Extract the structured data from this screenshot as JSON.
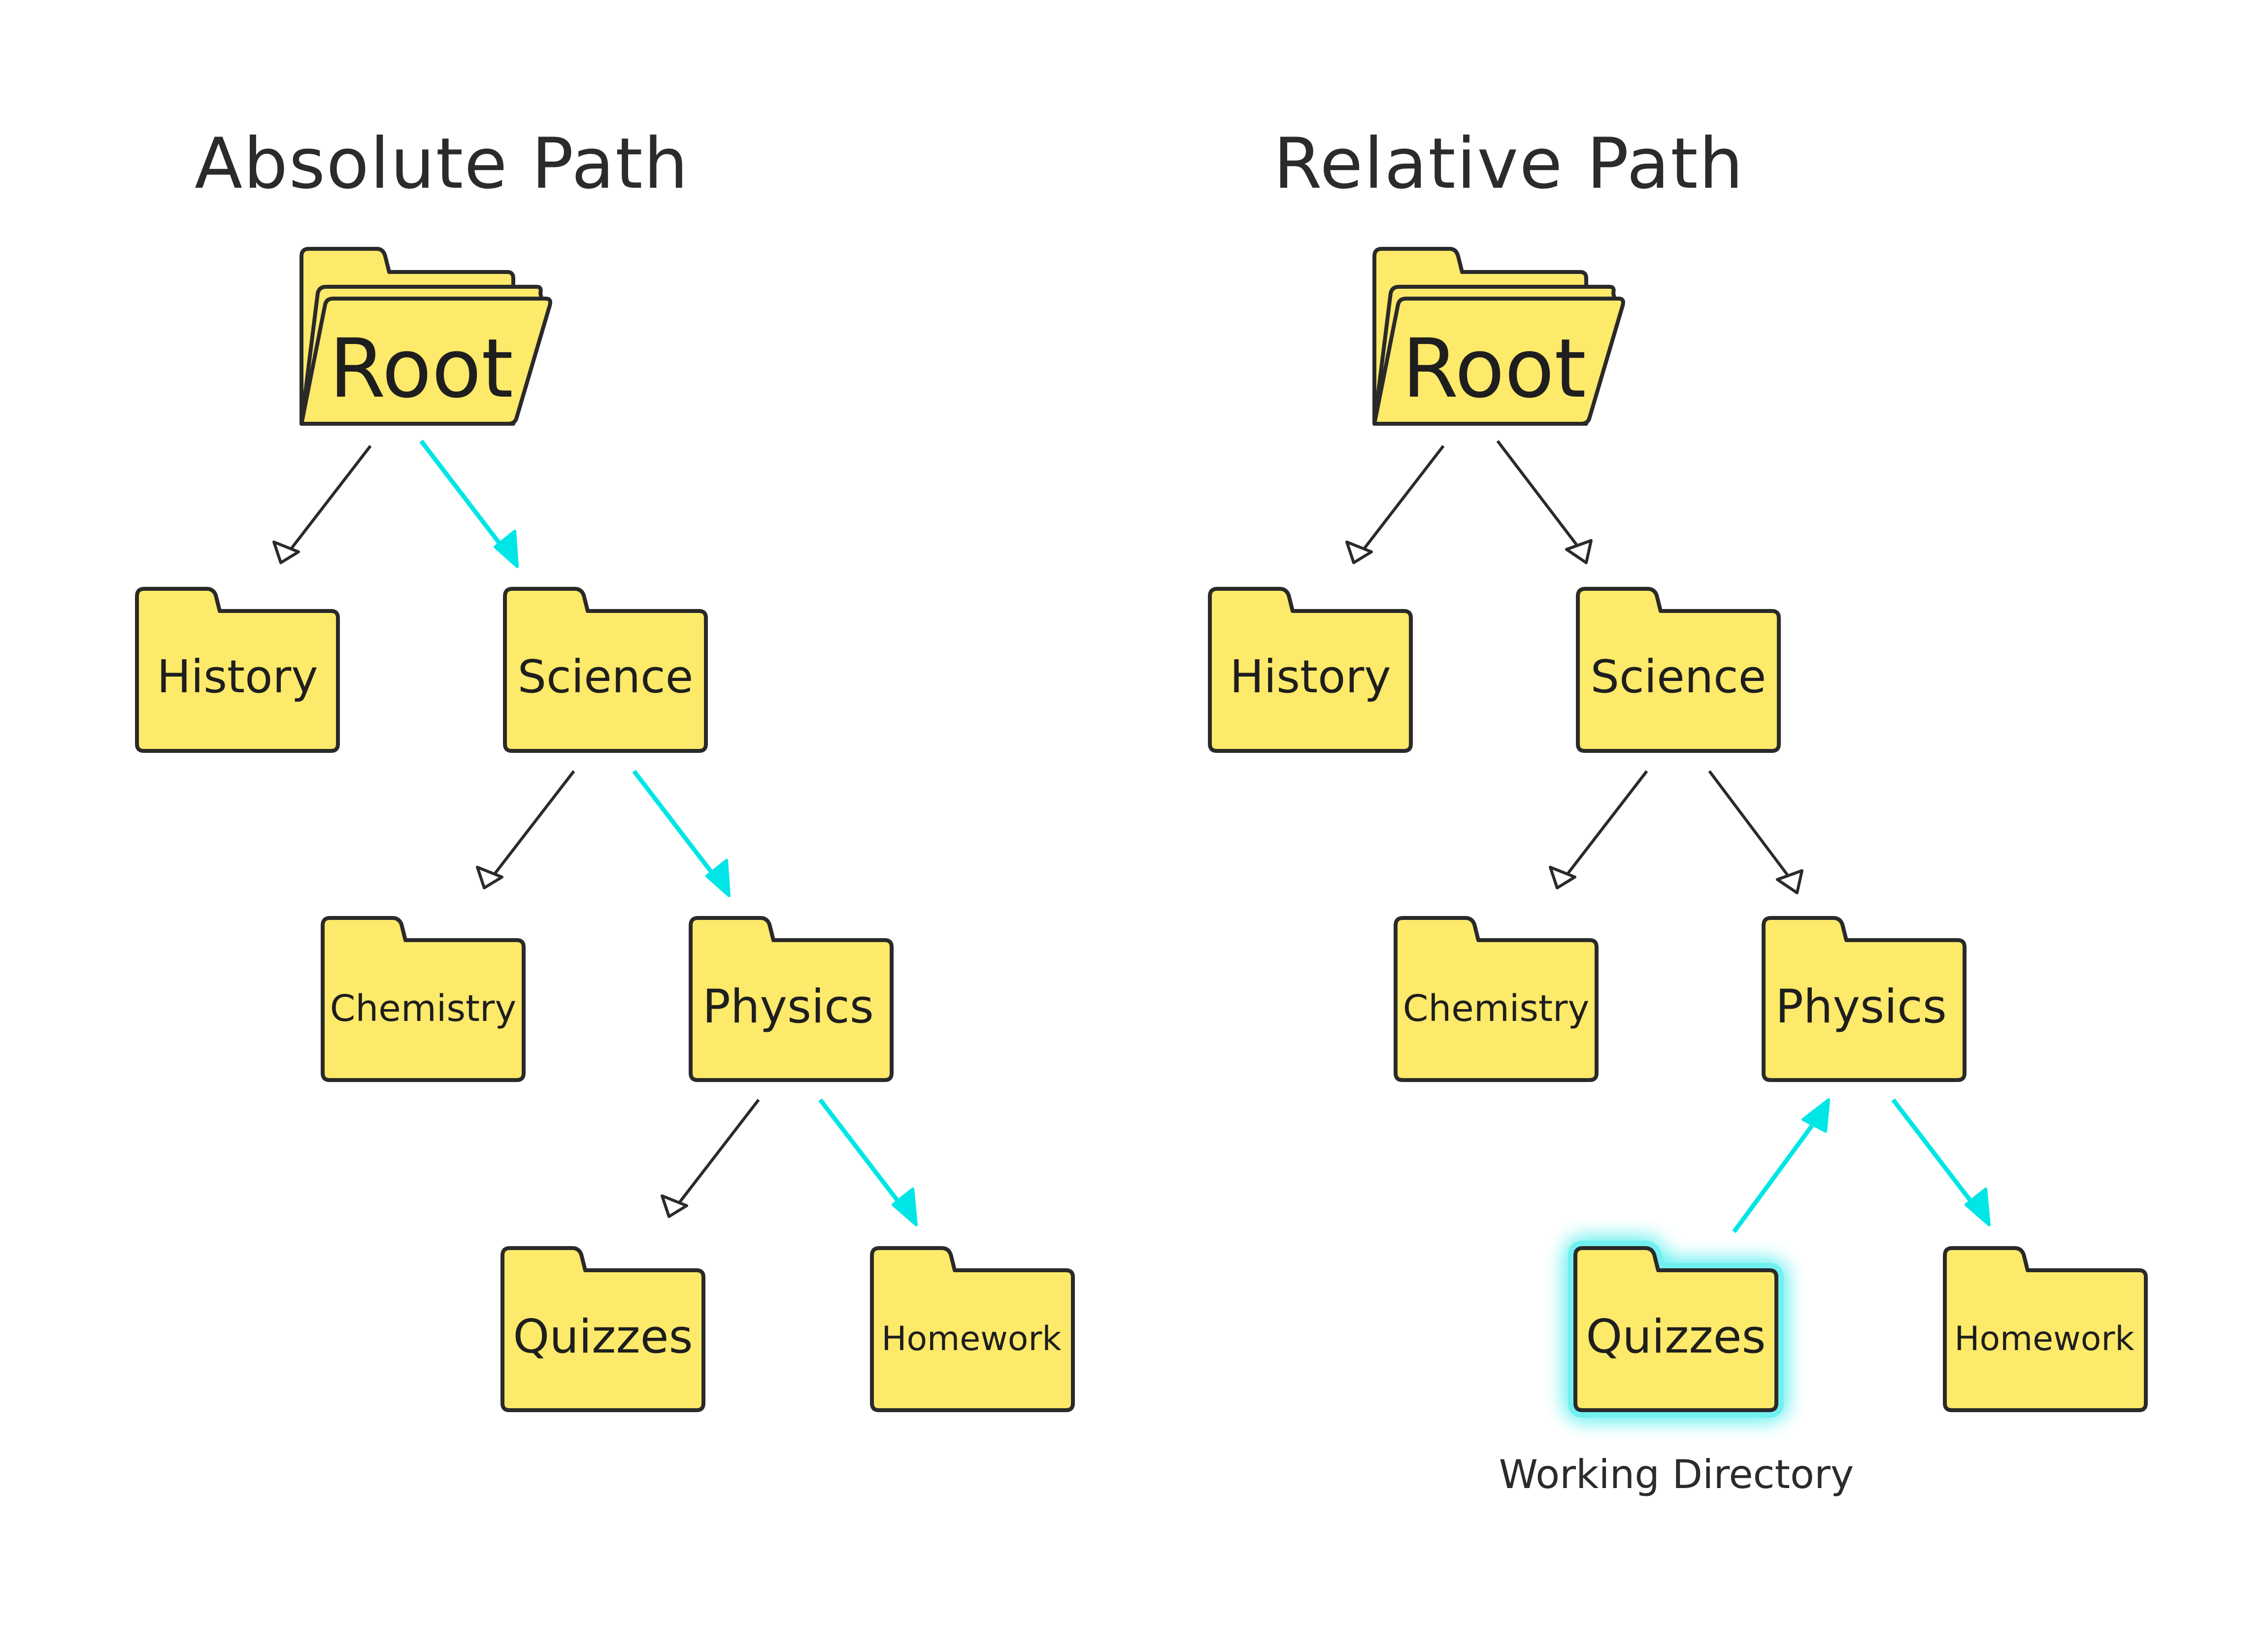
{
  "titles": {
    "absolute": "Absolute Path",
    "relative": "Relative Path"
  },
  "absolute_tree": {
    "root": "Root",
    "level1": [
      "History",
      "Science"
    ],
    "level2": [
      "Chemistry",
      "Physics"
    ],
    "level3": [
      "Quizzes",
      "Homework"
    ]
  },
  "relative_tree": {
    "root": "Root",
    "level1": [
      "History",
      "Science"
    ],
    "level2": [
      "Chemistry",
      "Physics"
    ],
    "level3": [
      "Quizzes",
      "Homework"
    ],
    "working_directory_label": "Working Directory"
  },
  "colors": {
    "folder_fill": "#fde96a",
    "folder_stroke": "#2a2a2a",
    "path_arrow": "#00e5e5",
    "plain_arrow": "#2a2a2a",
    "glow": "#00e5e5"
  }
}
